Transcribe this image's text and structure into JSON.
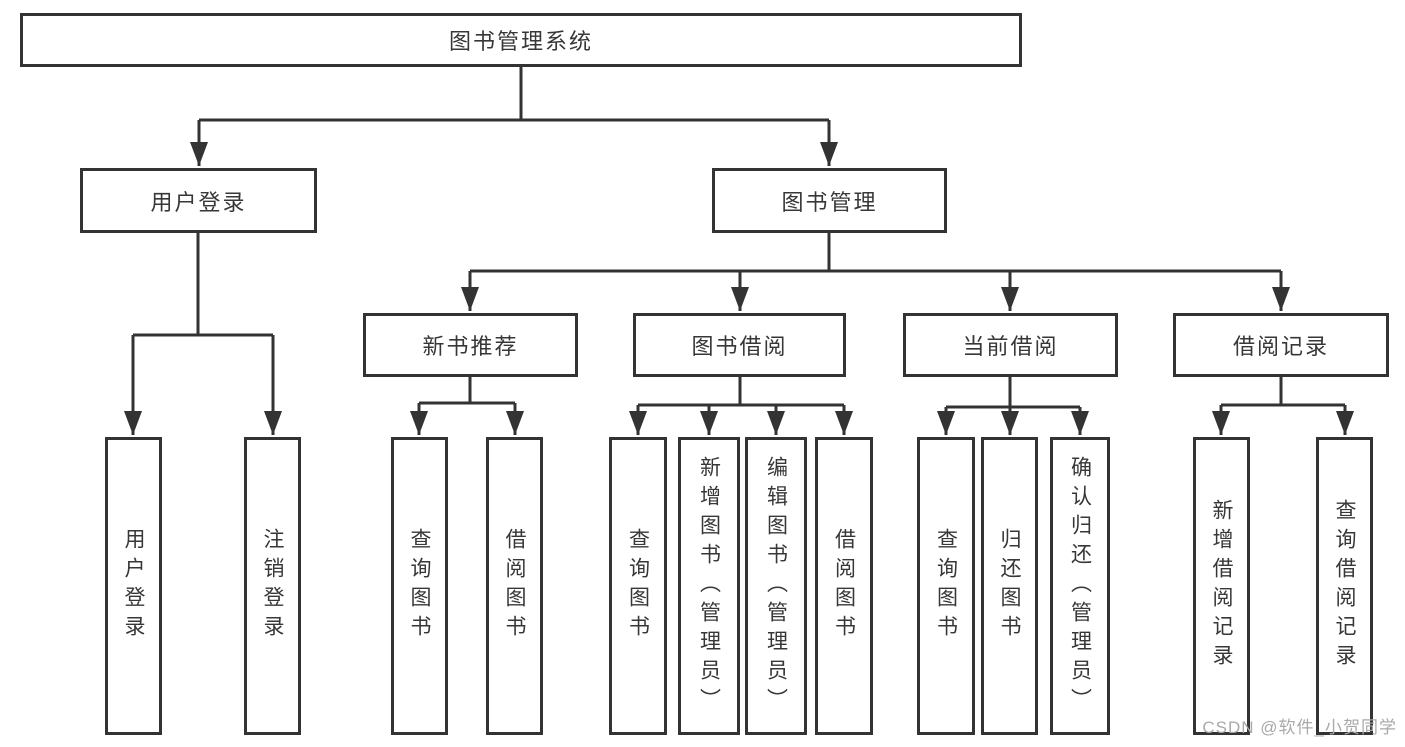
{
  "diagram": {
    "root": {
      "label": "图书管理系统"
    },
    "branches": [
      {
        "label": "用户登录",
        "children": [
          {
            "label": "用户登录"
          },
          {
            "label": "注销登录"
          }
        ]
      },
      {
        "label": "图书管理",
        "children": [
          {
            "label": "新书推荐",
            "children": [
              {
                "label": "查询图书"
              },
              {
                "label": "借阅图书"
              }
            ]
          },
          {
            "label": "图书借阅",
            "children": [
              {
                "label": "查询图书"
              },
              {
                "label": "新增图书（管理员）"
              },
              {
                "label": "编辑图书（管理员）"
              },
              {
                "label": "借阅图书"
              }
            ]
          },
          {
            "label": "当前借阅",
            "children": [
              {
                "label": "查询图书"
              },
              {
                "label": "归还图书"
              },
              {
                "label": "确认归还（管理员）"
              }
            ]
          },
          {
            "label": "借阅记录",
            "children": [
              {
                "label": "新增借阅记录"
              },
              {
                "label": "查询借阅记录"
              }
            ]
          }
        ]
      }
    ]
  },
  "watermark": {
    "text": "CSDN @软件_小贺同学"
  },
  "colors": {
    "line": "#333333",
    "box_border": "#333333",
    "text": "#373737",
    "watermark": "#a9a9a9",
    "background": "#ffffff"
  }
}
